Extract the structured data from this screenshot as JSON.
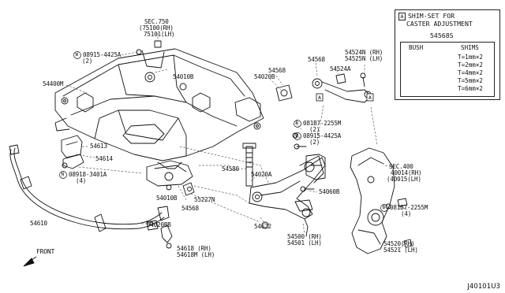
{
  "catalog_id": "J40101U3",
  "front_label": "FRONT",
  "labels": {
    "sec750": "SEC.750",
    "sec750_rh": "(75100(RH)",
    "sec750_lh": "75101(LH)",
    "w08915_a": "W",
    "p08915_4425A_top": "08915-4425A",
    "qty2_a": "(2)",
    "p54010B_a": "54010B",
    "p54400M": "54400M",
    "p54613": "54613",
    "p54614": "54614",
    "n08918": "N",
    "p08918_3401A": "08918-3401A",
    "qty4_a": "(4)",
    "p54610": "54610",
    "p54010B_b": "54010B",
    "p54568_a": "54568",
    "p55227N": "55227N",
    "p54580": "54580",
    "p54020A": "54020A",
    "p54020BB": "54020BB",
    "p54618": "54618 (RH)",
    "p54618M": "54618M (LH)",
    "p54568_b": "54568",
    "p54568_c": "54568",
    "p54020B": "54020B",
    "p54524N": "54524N (RH)",
    "p54525N": "54525N (LH)",
    "p54524A": "54524A",
    "b081B7_a": "B",
    "p081B7_2255M_a": "081B7-2255M",
    "qty2_b": "(2)",
    "w08915_b": "W",
    "p08915_4425A_mid": "08915-4425A",
    "qty2_c": "(2)",
    "p54060B": "54060B",
    "p54622": "54622",
    "p54500": "54500 (RH)",
    "p54501": "54501 (LH)",
    "sec400": "SEC.400",
    "sec400_rh": "40014(RH)",
    "sec400_lh": "(40015(LH)",
    "b081B7_b": "B",
    "p081B7_2255M_b": "081B7-2255M",
    "qty4_b": "(4)",
    "p54520": "54520(RH)",
    "p54521": "54521 (LH)",
    "callout_a1": "A",
    "callout_a2": "A"
  },
  "inset": {
    "marker": "A",
    "title_line1": "SHIM-SET FOR",
    "title_line2": "CASTER ADJUSTMENT",
    "part": "54568S",
    "bush_label": "BUSH",
    "shims_label": "SHIMS",
    "shims": [
      "T=1mm×2",
      "T=2mm×2",
      "T=4mm×2",
      "T=5mm×2",
      "T=6mm×2"
    ]
  }
}
